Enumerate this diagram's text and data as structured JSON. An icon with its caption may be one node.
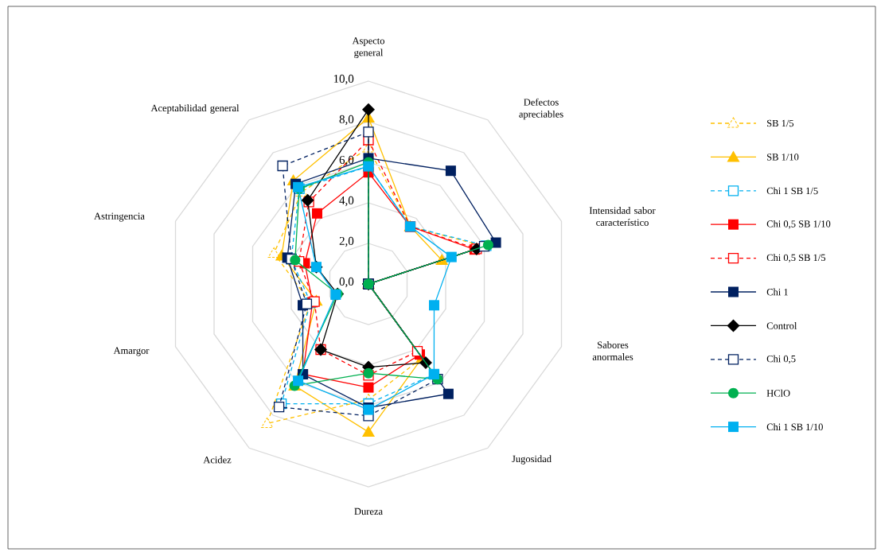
{
  "diagram": {
    "labels": [
      "Aspecto general",
      "Defectos apreciables",
      "Intensidad sabor característico",
      "Sabores anormales",
      "Jugosidad",
      "Dureza",
      "Acidez",
      "Amargor",
      "Astringencia",
      "Aceptabilidad general",
      "0,0",
      "2,0",
      "4,0",
      "6,0",
      "8,0",
      "10,0"
    ],
    "legend": [
      {
        "text": "SB 1/5"
      },
      {
        "text": "SB 1/10"
      },
      {
        "text": "Chi 1 SB 1/5"
      },
      {
        "text": "Chi 0,5 SB 1/10"
      },
      {
        "text": "Chi 0,5 SB 1/5"
      },
      {
        "text": "Chi 1"
      },
      {
        "text": "Control"
      },
      {
        "text": "Chi 0,5"
      },
      {
        "text": "HClO"
      },
      {
        "text": "Chi 1 SB 1/10"
      }
    ]
  }
}
